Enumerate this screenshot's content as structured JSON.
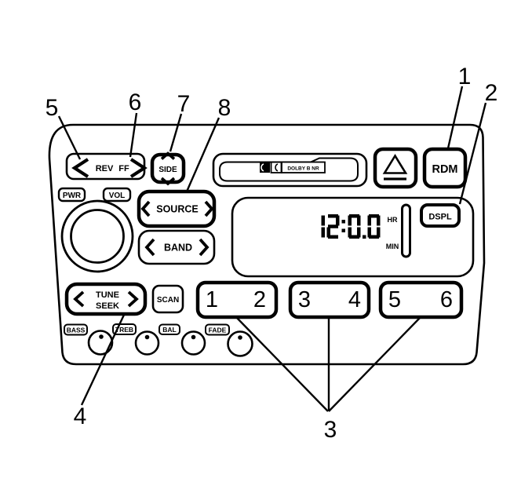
{
  "figure_type": "car radio control diagram",
  "callouts": {
    "labels": [
      "1",
      "2",
      "3",
      "4",
      "5",
      "6",
      "7",
      "8"
    ]
  },
  "radio": {
    "tape_controls": {
      "rev": "REV",
      "ff": "FF",
      "side": "SIDE"
    },
    "buttons": {
      "pwr": "PWR",
      "vol": "VOL",
      "source": "SOURCE",
      "band": "BAND",
      "tune": "TUNE",
      "seek": "SEEK",
      "scan": "SCAN",
      "rdm": "RDM",
      "dspl": "DSPL"
    },
    "presets": [
      "1",
      "2",
      "3",
      "4",
      "5",
      "6"
    ],
    "audio_knobs": [
      "BASS",
      "TREB",
      "BAL",
      "FADE"
    ],
    "cassette": {
      "dolby_label": "DOLBY B NR"
    },
    "display": {
      "time": "12:0.0",
      "hr": "HR",
      "min": "MIN"
    }
  },
  "colors": {
    "ink": "#000000",
    "background": "#ffffff"
  }
}
